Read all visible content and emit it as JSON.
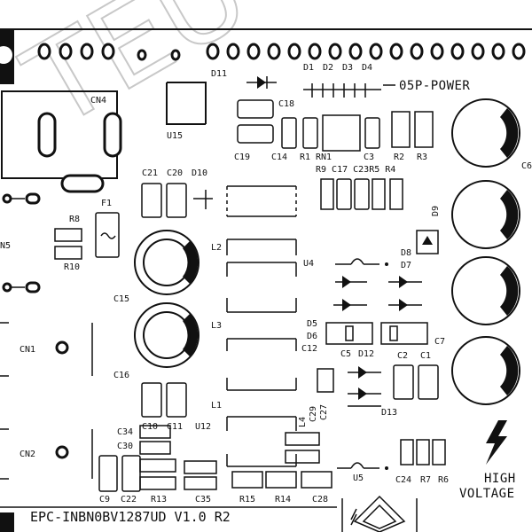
{
  "board": {
    "name": "EPC-INBN0BV1287UD V1.0 R2",
    "power_header": "05P-POWER",
    "warning": {
      "line1": "HIGH",
      "line2": "VOLTAGE"
    },
    "watermark": "TEU"
  },
  "labels": {
    "cn4": "CN4",
    "u15": "U15",
    "d11": "D11",
    "d1": "D1",
    "d2": "D2",
    "d3": "D3",
    "d4": "D4",
    "c18": "C18",
    "c19": "C19",
    "c14": "C14",
    "r1": "R1",
    "rn1": "RN1",
    "c3": "C3",
    "r2": "R2",
    "r3": "R3",
    "c6": "C6",
    "r9c17": "R9 C17 C23R5 R4",
    "c21": "C21",
    "c20": "C20",
    "d10": "D10",
    "r8": "R8",
    "r10": "R10",
    "f1": "F1",
    "n5": "N5",
    "d9": "D9",
    "d8": "D8",
    "d7": "D7",
    "l2": "L2",
    "u4": "U4",
    "c15": "C15",
    "l3": "L3",
    "d5": "D5",
    "d6": "D6",
    "c12": "C12",
    "c5": "C5",
    "d12": "D12",
    "c7": "C7",
    "cn1": "CN1",
    "c16": "C16",
    "c2": "C2",
    "c1": "C1",
    "l1": "L1",
    "d13": "D13",
    "c10": "C10",
    "c11": "C11",
    "u12": "U12",
    "l4": "L4",
    "c29": "C29",
    "c27": "C27",
    "c34": "C34",
    "c30": "C30",
    "cn2": "CN2",
    "c9": "C9",
    "c22": "C22",
    "r13": "R13",
    "c35": "C35",
    "r15": "R15",
    "r14": "R14",
    "c28": "C28",
    "u5": "U5",
    "c24": "C24",
    "r7": "R7",
    "r6": "R6"
  }
}
